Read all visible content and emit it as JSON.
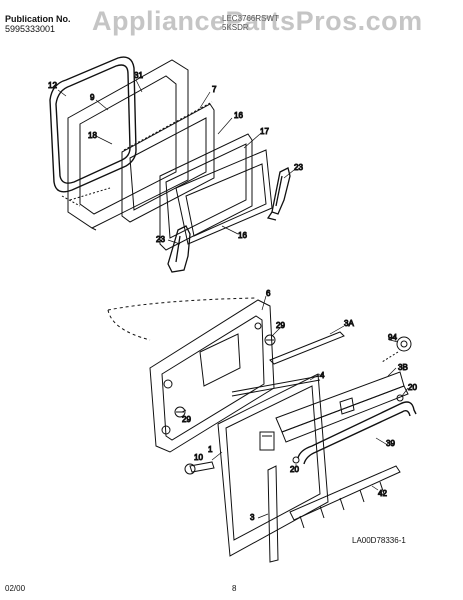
{
  "header": {
    "publication_label": "Publication No.",
    "publication_number": "5995333001",
    "model_line1": "LEC3766RSWT",
    "model_line2": "5KSDR"
  },
  "watermark": "AppliancePartsPros.com",
  "part_labels": {
    "p12": "12",
    "p9": "9",
    "p31": "31",
    "p18": "18",
    "p7": "7",
    "p16a": "16",
    "p17": "17",
    "p23a": "23",
    "p23b": "23",
    "p16b": "16",
    "p6": "6",
    "p29a": "29",
    "p3A": "3A",
    "p94": "94",
    "p3B": "3B",
    "p4": "4",
    "p20a": "20",
    "p29b": "29",
    "p1": "1",
    "p10": "10",
    "p20b": "20",
    "p39": "39",
    "p42": "42",
    "p3": "3"
  },
  "diagram_code": "LA00D78336-1",
  "footer": {
    "date": "02/00",
    "page": "8"
  }
}
